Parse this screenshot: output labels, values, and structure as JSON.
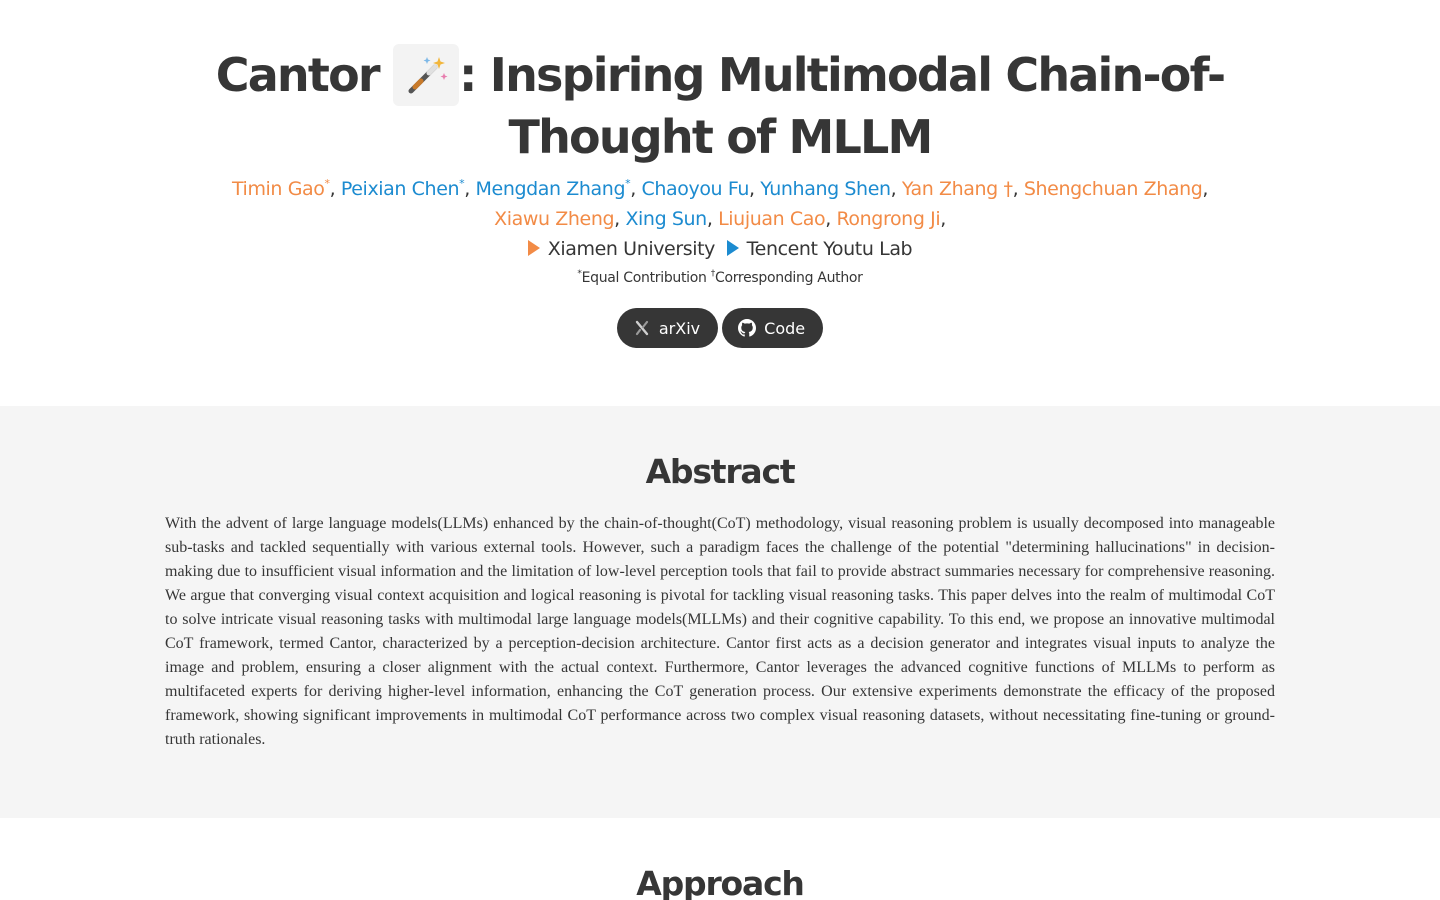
{
  "title": {
    "prefix": "Cantor",
    "suffix": ": Inspiring Multimodal Chain-of-Thought of MLLM",
    "icon": "magic-wand-icon"
  },
  "authors": [
    {
      "name": "Timin Gao",
      "mark": "*",
      "color": "orange",
      "sep": ", "
    },
    {
      "name": "Peixian Chen",
      "mark": "*",
      "color": "blue",
      "sep": ", "
    },
    {
      "name": "Mengdan Zhang",
      "mark": "*",
      "color": "blue",
      "sep": ", "
    },
    {
      "name": "Chaoyou Fu",
      "mark": "",
      "color": "blue",
      "sep": ", "
    },
    {
      "name": "Yunhang Shen",
      "mark": "",
      "color": "blue",
      "sep": ", "
    },
    {
      "name": "Yan Zhang †",
      "mark": "",
      "color": "orange",
      "sep": ", "
    },
    {
      "name": "Shengchuan Zhang",
      "mark": "",
      "color": "orange",
      "sep": ","
    },
    {
      "name": "Xiawu Zheng",
      "mark": "",
      "color": "orange",
      "sep": ", "
    },
    {
      "name": "Xing Sun",
      "mark": "",
      "color": "blue",
      "sep": ", "
    },
    {
      "name": "Liujuan Cao",
      "mark": "",
      "color": "orange",
      "sep": ", "
    },
    {
      "name": "Rongrong Ji",
      "mark": "",
      "color": "orange",
      "sep": ","
    }
  ],
  "affiliations": [
    {
      "name": "Xiamen University",
      "color": "#f28b46"
    },
    {
      "name": "Tencent Youtu Lab",
      "color": "#1c8bd0"
    }
  ],
  "note": {
    "equal_mark": "*",
    "equal": "Equal Contribution",
    "corr_mark": "†",
    "corr": "Corresponding Author"
  },
  "buttons": {
    "arxiv": "arXiv",
    "code": "Code"
  },
  "abstract": {
    "heading": "Abstract",
    "text": "With the advent of large language models(LLMs) enhanced by the chain-of-thought(CoT) methodology, visual reasoning problem is usually decomposed into manageable sub-tasks and tackled sequentially with various external tools. However, such a paradigm faces the challenge of the potential \"determining hallucinations\" in decision-making due to insufficient visual information and the limitation of low-level perception tools that fail to provide abstract summaries necessary for comprehensive reasoning. We argue that converging visual context acquisition and logical reasoning is pivotal for tackling visual reasoning tasks. This paper delves into the realm of multimodal CoT to solve intricate visual reasoning tasks with multimodal large language models(MLLMs) and their cognitive capability. To this end, we propose an innovative multimodal CoT framework, termed Cantor, characterized by a perception-decision architecture. Cantor first acts as a decision generator and integrates visual inputs to analyze the image and problem, ensuring a closer alignment with the actual context. Furthermore, Cantor leverages the advanced cognitive functions of MLLMs to perform as multifaceted experts for deriving higher-level information, enhancing the CoT generation process. Our extensive experiments demonstrate the efficacy of the proposed framework, showing significant improvements in multimodal CoT performance across two complex visual reasoning datasets, without necessitating fine-tuning or ground-truth rationales."
  },
  "approach": {
    "heading": "Approach"
  },
  "colors": {
    "orange": "#f28b46",
    "blue": "#1c8bd0",
    "dark": "#363636",
    "section_bg": "#f5f5f5"
  }
}
